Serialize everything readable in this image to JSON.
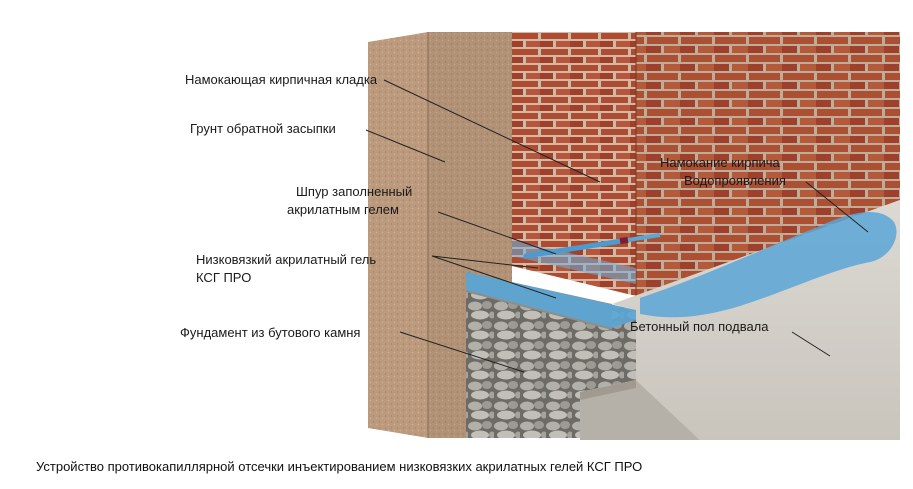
{
  "labels": {
    "wet_masonry": "Намокающая кирпичная кладка",
    "backfill_soil": "Грунт обратной засыпки",
    "borehole_line1": "Шпур заполненный",
    "borehole_line2": "акрилатным гелем",
    "gel_line1": "Низковязкий акрилатный гель",
    "gel_line2": "КСГ ПРО",
    "foundation": "Фундамент из бутового камня",
    "brick_wetting_line1": "Намокание кирпича",
    "brick_wetting_line2": "Водопроявления",
    "concrete_floor": "Бетонный пол подвала"
  },
  "caption": "Устройство противокапиллярной отсечки инъектированием низковязких акрилатных гелей КСГ ПРО",
  "colors": {
    "brick": "#a8442e",
    "mortar": "#d7c7b4",
    "soil": "#b9967a",
    "concrete": "#d6d3cd",
    "gel": "#5aa6d6",
    "stone": "#9c9a94"
  }
}
